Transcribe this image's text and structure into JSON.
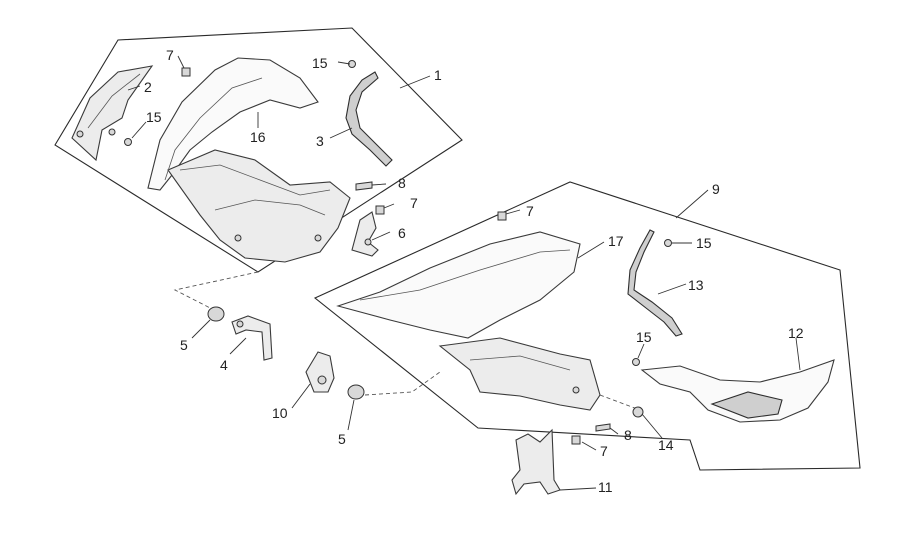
{
  "callouts": [
    "1",
    "2",
    "3",
    "4",
    "5",
    "5",
    "6",
    "7",
    "7",
    "7",
    "7",
    "8",
    "8",
    "9",
    "10",
    "11",
    "12",
    "13",
    "14",
    "15",
    "15",
    "15",
    "15",
    "16",
    "17"
  ]
}
